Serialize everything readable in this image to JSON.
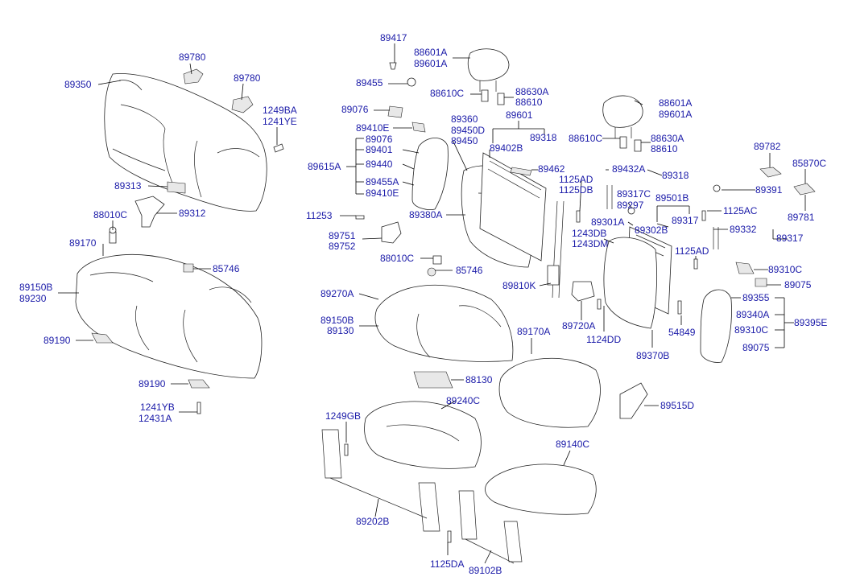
{
  "labels": {
    "l89780a": "89780",
    "l89780b": "89780",
    "l89350": "89350",
    "l1249ba": "1249BA",
    "l1241ye": "1241YE",
    "l89313": "89313",
    "l89312": "89312",
    "l88010c_a": "88010C",
    "l89170": "89170",
    "l85746_a": "85746",
    "l89150b_a": "89150B",
    "l89230": "89230",
    "l89190a": "89190",
    "l89190b": "89190",
    "l1241yb": "1241YB",
    "l12431a": "12431A",
    "l89417": "89417",
    "l88601a_a": "88601A",
    "l89601a_a": "89601A",
    "l89455": "89455",
    "l88610c_a": "88610C",
    "l88630a_a": "88630A",
    "l88610_a": "88610",
    "l89076a": "89076",
    "l89410e_a": "89410E",
    "l89076b": "89076",
    "l89401": "89401",
    "l89615a": "89615A",
    "l89440": "89440",
    "l89455a": "89455A",
    "l89410e_b": "89410E",
    "l89360": "89360",
    "l89450d": "89450D",
    "l89450": "89450",
    "l89601": "89601",
    "l89402b": "89402B",
    "l89318a": "89318",
    "l89462": "89462",
    "l1125ad_a": "1125AD",
    "l1125db": "1125DB",
    "l89432a": "89432A",
    "l89318b": "89318",
    "l11253": "11253",
    "l89380a": "89380A",
    "l89751": "89751",
    "l89752": "89752",
    "l88010c_b": "88010C",
    "l85746_b": "85746",
    "l88601a_b": "88601A",
    "l89601a_b": "89601A",
    "l88610c_b": "88610C",
    "l88630a_b": "88630A",
    "l88610_b": "88610",
    "l89782": "89782",
    "l85870c": "85870C",
    "l89391": "89391",
    "l89781": "89781",
    "l89317c": "89317C",
    "l89297": "89297",
    "l89501b": "89501B",
    "l1125ac": "1125AC",
    "l89301a": "89301A",
    "l89317a": "89317",
    "l89302b": "89302B",
    "l1243db": "1243DB",
    "l1243dm": "1243DM",
    "l89332": "89332",
    "l89317b": "89317",
    "l1125ad_b": "1125AD",
    "l89310c_a": "89310C",
    "l89075a": "89075",
    "l89810k": "89810K",
    "l89270a": "89270A",
    "l89150b_b": "89150B",
    "l89130": "89130",
    "l89355": "89355",
    "l89340a": "89340A",
    "l89395e": "89395E",
    "l89310c_b": "89310C",
    "l89075b": "89075",
    "l89720a": "89720A",
    "l1124dd": "1124DD",
    "l54849": "54849",
    "l89370b": "89370B",
    "l89170a": "89170A",
    "l88130": "88130",
    "l1249gb": "1249GB",
    "l89240c": "89240C",
    "l89515d": "89515D",
    "l89140c": "89140C",
    "l89202b": "89202B",
    "l1125da": "1125DA",
    "l89102b": "89102B"
  }
}
